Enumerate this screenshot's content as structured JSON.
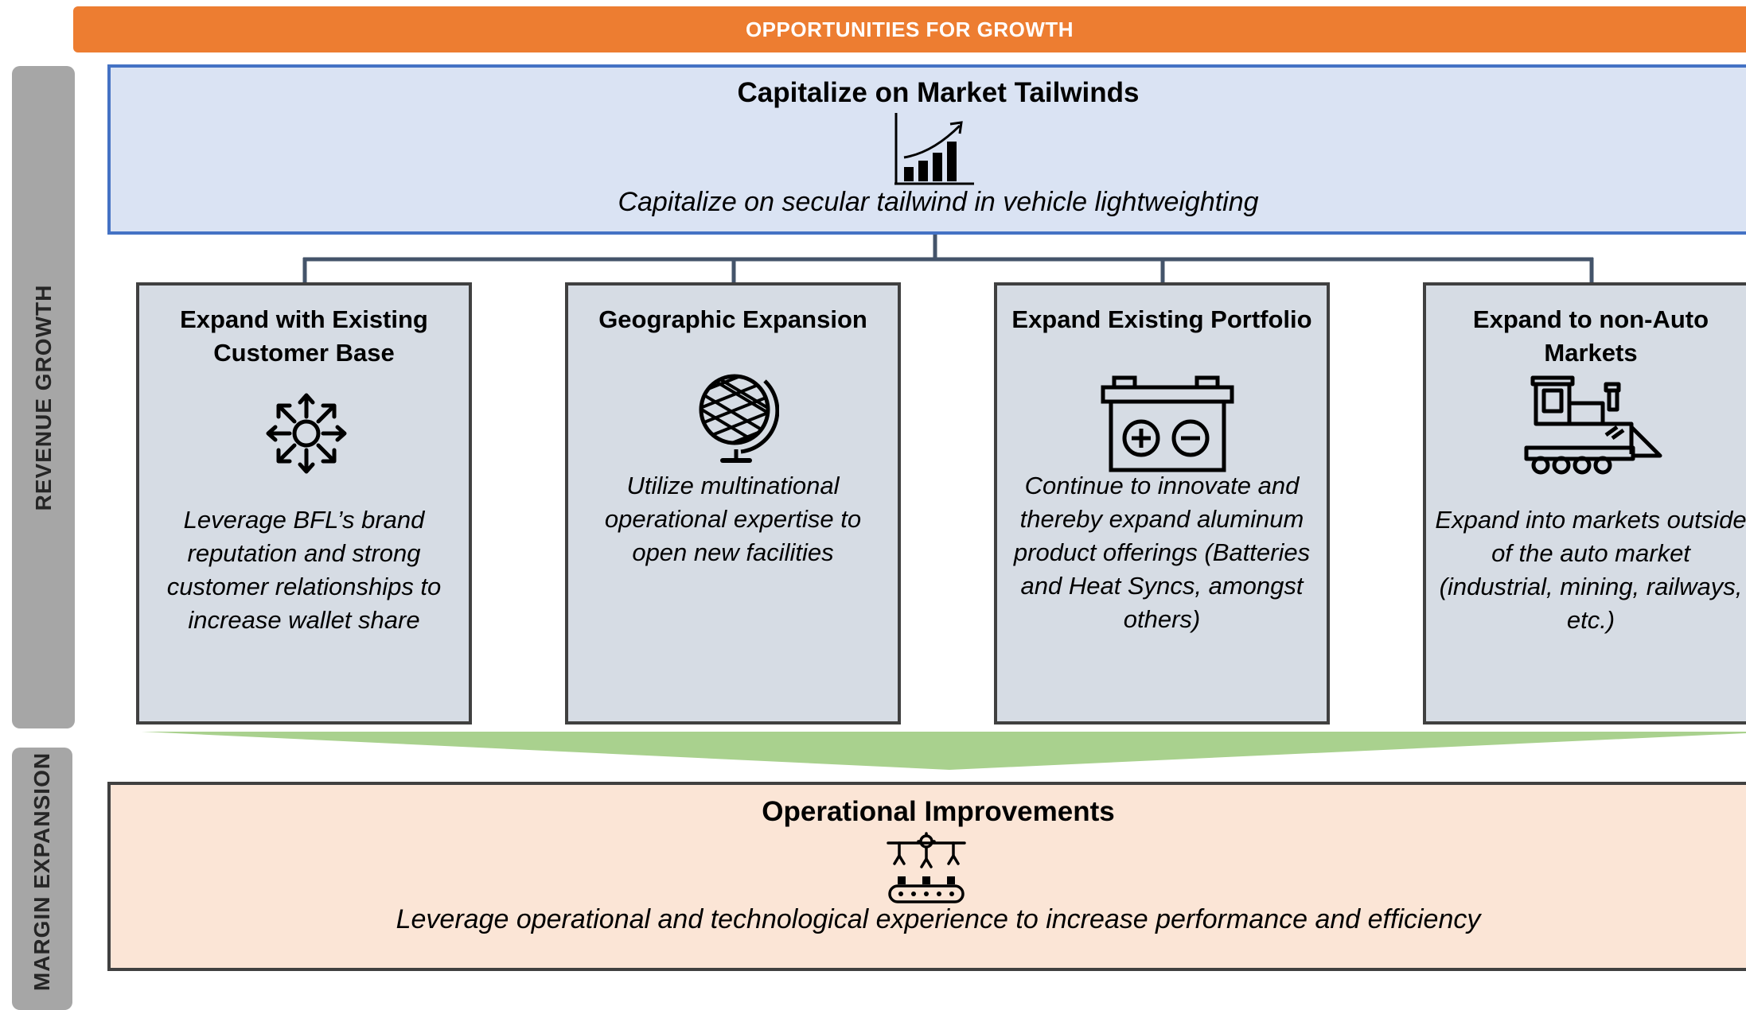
{
  "banner": {
    "label": "OPPORTUNITIES FOR GROWTH"
  },
  "side_labels": {
    "revenue": "REVENUE GROWTH",
    "margin": "MARGIN EXPANSION"
  },
  "tailwinds": {
    "title": "Capitalize on Market Tailwinds",
    "icon": "growth-chart-icon",
    "description": "Capitalize on secular tailwind in vehicle lightweighting"
  },
  "cards": [
    {
      "title": "Expand with Existing Customer Base",
      "icon": "expand-arrows-icon",
      "description": "Leverage BFL’s brand reputation and strong customer relationships to increase wallet share"
    },
    {
      "title": "Geographic Expansion",
      "icon": "globe-icon",
      "description": "Utilize multinational operational expertise to open new facilities"
    },
    {
      "title": "Expand Existing Portfolio",
      "icon": "battery-icon",
      "description": "Continue to innovate and thereby expand aluminum product offerings (Batteries and Heat Syncs, amongst others)"
    },
    {
      "title": "Expand to non-Auto Markets",
      "icon": "locomotive-icon",
      "description": "Expand into markets outside of the auto market (industrial, mining, railways, etc.)"
    }
  ],
  "operations": {
    "title": "Operational Improvements",
    "icon": "factory-robot-icon",
    "description": "Leverage operational and technological experience to increase performance and efficiency"
  },
  "colors": {
    "banner": "#ed7d31",
    "tailwinds_fill": "#dae3f3",
    "tailwinds_border": "#4472c4",
    "card_fill": "#d6dce4",
    "ops_fill": "#fbe5d6",
    "arrow": "#a9d18e",
    "side_band": "#a6a6a6"
  }
}
